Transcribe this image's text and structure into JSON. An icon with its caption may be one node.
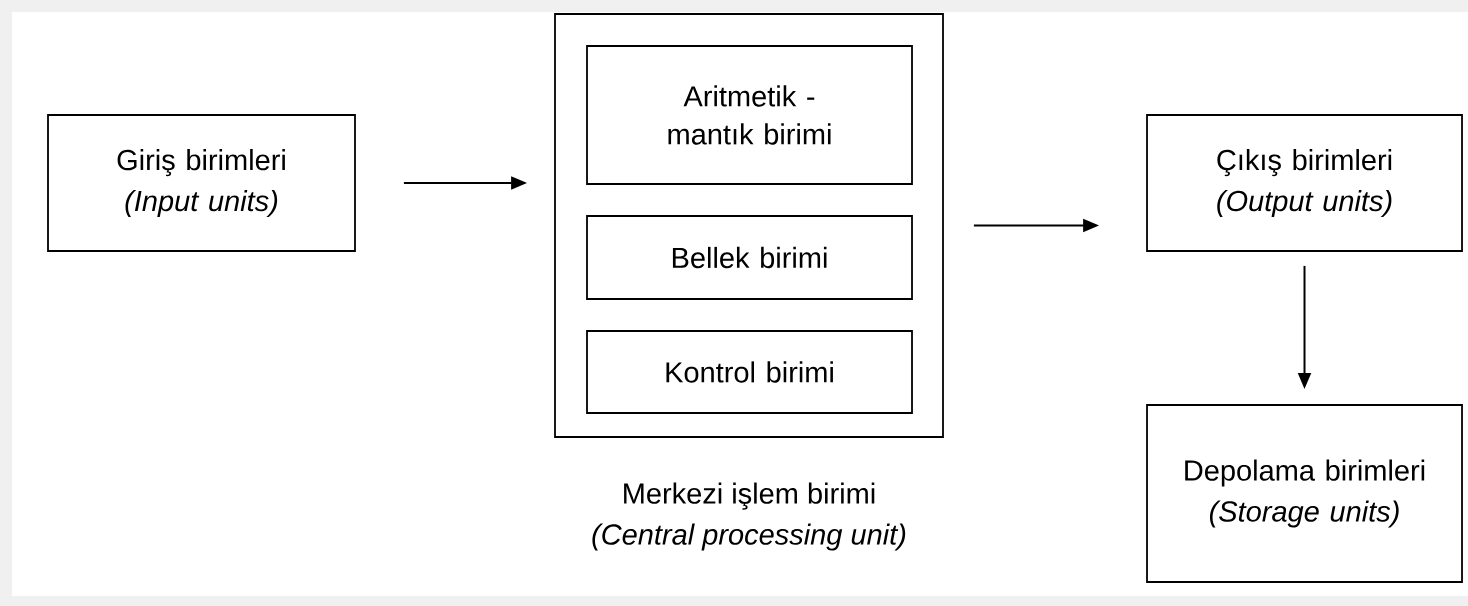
{
  "diagram": {
    "nodes": [
      {
        "text": [
          "Giriş birimleri",
          "(Input units)"
        ]
      },
      {
        "text": [
          "Merkezi işlem birimi",
          "(Central processing unit)"
        ]
      },
      {
        "text": [
          "Aritmetik - mantık birimi"
        ],
        "in": 1
      },
      {
        "text": [
          "Bellek birimi"
        ],
        "in": 1
      },
      {
        "text": [
          "Kontrol birimi"
        ],
        "in": 1
      },
      {
        "text": [
          "Çıkış birimleri",
          "(Output units)"
        ]
      },
      {
        "text": [
          "Depolama birimleri",
          "(Storage units)"
        ]
      }
    ],
    "edges": [
      {
        "from": 0,
        "to": 1,
        "arrow": "to"
      },
      {
        "from": 1,
        "to": 5,
        "arrow": "to"
      },
      {
        "from": 5,
        "to": 6,
        "arrow": "to"
      }
    ]
  }
}
